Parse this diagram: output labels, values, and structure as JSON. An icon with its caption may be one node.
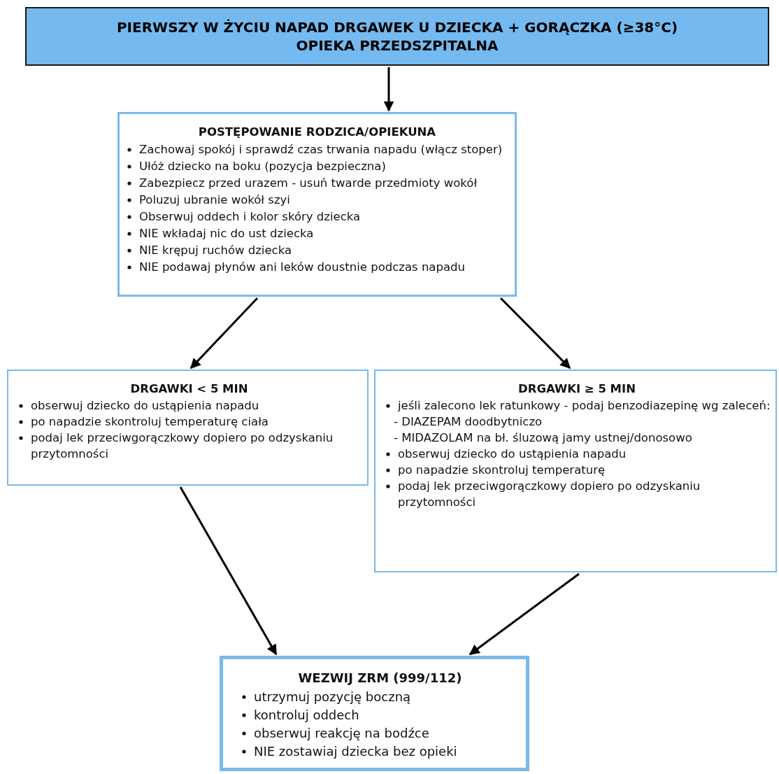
{
  "diagram": {
    "nodes": [
      {
        "text": [
          "PIERWSZY W ŻYCIU NAPAD DRGAWEK U DZIECKA + GORĄCZKA (≥38°C)",
          "OPIEKA PRZEDSZPITALNA"
        ]
      },
      {
        "text": [
          "POSTĘPOWANIE RODZICA/OPIEKUNA",
          "Zachowaj spokój i sprawdź czas trwania napadu (włącz stoper)",
          "Ułóż dziecko na boku (pozycja bezpieczna)",
          "Zabezpiecz przed urazem - usuń twarde przedmioty wokół",
          "Poluzuj ubranie wokół szyi",
          "Obserwuj oddech i kolor skóry dziecka",
          "NIE wkładaj nic do ust dziecka",
          "NIE krępuj ruchów dziecka",
          "NIE podawaj płynów ani leków doustnie podczas napadu"
        ]
      },
      {
        "text": [
          "DRGAWKI < 5 MIN",
          "obserwuj dziecko do ustąpienia napadu",
          "po napadzie skontroluj temperaturę ciała",
          "podaj lek przeciwgorączkowy dopiero po odzyskaniu przytomności"
        ]
      },
      {
        "text": [
          "DRGAWKI ≥ 5 MIN",
          "jeśli zalecono lek ratunkowy - podaj benzodiazepinę wg zaleceń:",
          "- DIAZEPAM doodbytniczo",
          "- MIDAZOLAM na bł. śluzową jamy ustnej/donosowo",
          "obserwuj dziecko do ustąpienia napadu",
          "po napadzie skontroluj temperaturę",
          "podaj lek przeciwgorączkowy dopiero po odzyskaniu przytomności"
        ]
      },
      {
        "text": [
          "WEZWIJ ZRM (999/112)",
          "utrzymuj pozycję boczną",
          "kontroluj oddech",
          "obserwuj reakcję na bodźce",
          "NIE zostawiaj dziecka bez opieki"
        ]
      }
    ],
    "edges": [
      {
        "from": 0,
        "to": 1,
        "arrow": "to"
      },
      {
        "from": 1,
        "to": 2,
        "arrow": "to"
      },
      {
        "from": 1,
        "to": 3,
        "arrow": "to"
      },
      {
        "from": 2,
        "to": 4,
        "arrow": "to"
      },
      {
        "from": 3,
        "to": 4,
        "arrow": "to"
      }
    ]
  }
}
